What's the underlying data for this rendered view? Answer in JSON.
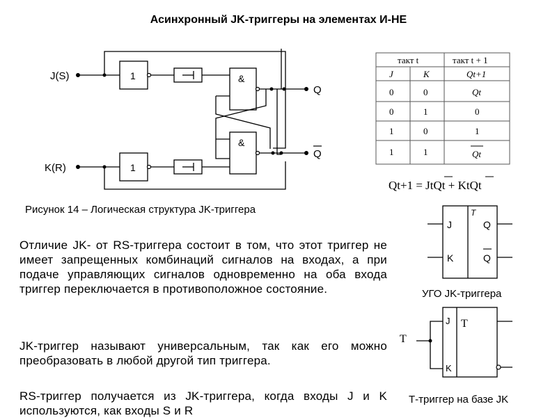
{
  "title": "Асинхронный JK-триггеры на элементах И-НЕ",
  "circuit": {
    "input_j": "J(S)",
    "input_k": "K(R)",
    "gate_label": "1",
    "nand_label": "&",
    "output_q": "Q",
    "output_qbar": "Q"
  },
  "figure_caption": "Рисунок 14 – Логическая структура JK-триггера",
  "truth_table": {
    "header_group_1": "такт t",
    "header_group_2": "такт t + 1",
    "columns": [
      "J",
      "K",
      "Qt+1"
    ],
    "rows": [
      [
        "0",
        "0",
        "Qt"
      ],
      [
        "0",
        "1",
        "0"
      ],
      [
        "1",
        "0",
        "1"
      ],
      [
        "1",
        "1",
        "Qt"
      ]
    ]
  },
  "formula": "Qt+1 = JtQt + KtQt",
  "paragraphs": [
    "Отличие JK- от RS-триггера состоит в том, что этот триггер не имеет запрещенных комбинаций сигналов на входах, а при подаче управляющих сигналов одновременно на оба входа триггер переключается в противоположное состояние.",
    "JK-триггер называют универсальным, так как его можно преобразовать в любой другой тип триггера.",
    "RS-триггер получается из JK-триггера, когда входы J и K используются, как входы S и R"
  ],
  "ugo": {
    "t_label": "T",
    "j_label": "J",
    "k_label": "K",
    "q_label": "Q",
    "qbar_label": "Q",
    "caption": "УГО JK-триггера"
  },
  "t_trigger": {
    "input_label": "T",
    "j_label": "J",
    "k_label": "K",
    "t_inner": "T",
    "caption": "Т-триггер на базе JK"
  }
}
